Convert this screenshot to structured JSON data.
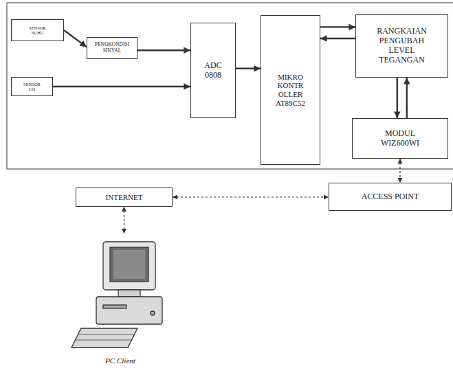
{
  "diagram": {
    "nodes": [
      {
        "text": [
          "SENSOR SUHU"
        ]
      },
      {
        "text": [
          "PENGKONDISI SINYAL"
        ]
      },
      {
        "text": [
          "SENSOR CO"
        ]
      },
      {
        "text": [
          "ADC 0808"
        ]
      },
      {
        "text": [
          "MIKRO KONTR OLLER AT89C52"
        ]
      },
      {
        "text": [
          "RANGKAIAN PENGUBAH LEVEL TEGANGAN"
        ]
      },
      {
        "text": [
          "MODUL WIZ600WI"
        ]
      },
      {
        "text": [
          "INTERNET"
        ]
      },
      {
        "text": [
          "ACCESS POINT"
        ]
      },
      {
        "text": [
          "PC Client"
        ]
      }
    ],
    "edges": [
      {
        "from": 0,
        "to": 1,
        "arrow": "to"
      },
      {
        "from": 1,
        "to": 3,
        "arrow": "to"
      },
      {
        "from": 2,
        "to": 3,
        "arrow": "to"
      },
      {
        "from": 3,
        "to": 4,
        "arrow": "to"
      },
      {
        "from": 4,
        "to": 5,
        "arrow": "to"
      },
      {
        "from": 5,
        "to": 4,
        "arrow": "to"
      },
      {
        "from": 5,
        "to": 6,
        "arrow": "to"
      },
      {
        "from": 6,
        "to": 5,
        "arrow": "to"
      },
      {
        "from": 6,
        "to": 8,
        "arrow": "both"
      },
      {
        "from": 7,
        "to": 8,
        "arrow": "both"
      },
      {
        "from": 7,
        "to": 9,
        "arrow": "both"
      }
    ]
  }
}
